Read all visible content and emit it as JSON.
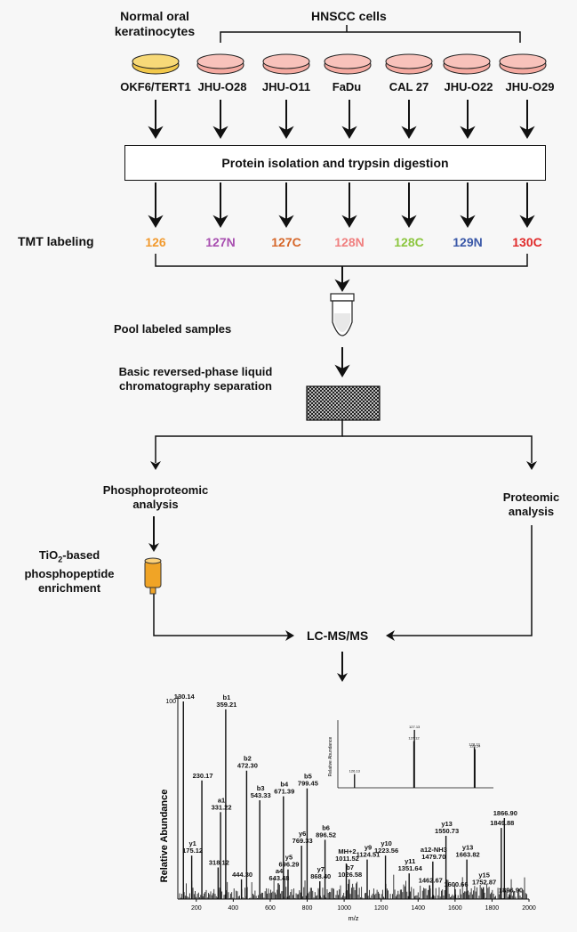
{
  "header": {
    "normal_label": "Normal oral keratinocytes",
    "normal_line1": "Normal oral",
    "normal_line2": "keratinocytes",
    "hnscc_label": "HNSCC cells"
  },
  "cell_lines": [
    "OKF6/TERT1",
    "JHU-O28",
    "JHU-O11",
    "FaDu",
    "CAL 27",
    "JHU-O22",
    "JHU-O29"
  ],
  "dish_colors": {
    "normal": "#f2c84b",
    "cancer": "#f4a9a0"
  },
  "process_box": "Protein isolation and trypsin digestion",
  "tmt": {
    "label": "TMT labeling",
    "tags": [
      {
        "text": "126",
        "color": "#f29a2e"
      },
      {
        "text": "127N",
        "color": "#a84fb0"
      },
      {
        "text": "127C",
        "color": "#d6672a"
      },
      {
        "text": "128N",
        "color": "#f08080"
      },
      {
        "text": "128C",
        "color": "#8cc63f"
      },
      {
        "text": "129N",
        "color": "#3a58a8"
      },
      {
        "text": "130C",
        "color": "#e02a2a"
      }
    ]
  },
  "steps": {
    "pool": "Pool labeled samples",
    "bprp_line1": "Basic reversed-phase liquid",
    "bprp_line2": "chromatography separation",
    "phospho_line1": "Phosphoproteomic",
    "phospho_line2": "analysis",
    "prot_line1": "Proteomic",
    "prot_line2": "analysis",
    "tio2_line1a": "TiO",
    "tio2_sub": "2",
    "tio2_line1b": "-based",
    "tio2_line2": "phosphopeptide",
    "tio2_line3": "enrichment",
    "lcms": "LC-MS/MS"
  },
  "chart_data": {
    "type": "spectrum",
    "xlabel": "m/z",
    "ylabel": "Relative Abundance",
    "xlim": [
      100,
      2000
    ],
    "xticks": [
      "200",
      "400",
      "600",
      "800",
      "1000",
      "1200",
      "1400",
      "1600",
      "1800",
      "2000"
    ],
    "ytick_top": "100",
    "peaks": [
      {
        "x": 130.14,
        "y": 100,
        "label": "130.14"
      },
      {
        "x": 175.12,
        "y": 22,
        "label": "y1 175.12"
      },
      {
        "x": 230.17,
        "y": 60,
        "label": "230.17"
      },
      {
        "x": 318.12,
        "y": 16,
        "label": "318.12"
      },
      {
        "x": 331.22,
        "y": 44,
        "label": "a1 331.22"
      },
      {
        "x": 359.21,
        "y": 96,
        "label": "b1 359.21"
      },
      {
        "x": 444.3,
        "y": 10,
        "label": "444.30"
      },
      {
        "x": 472.3,
        "y": 65,
        "label": "b2 472.30"
      },
      {
        "x": 543.33,
        "y": 50,
        "label": "b3 543.33"
      },
      {
        "x": 643.48,
        "y": 8,
        "label": "a4 643.48"
      },
      {
        "x": 671.39,
        "y": 52,
        "label": "b4 671.39"
      },
      {
        "x": 696.29,
        "y": 15,
        "label": "y5 696.29"
      },
      {
        "x": 769.33,
        "y": 27,
        "label": "y6 769.33"
      },
      {
        "x": 799.45,
        "y": 56,
        "label": "b5 799.45"
      },
      {
        "x": 868.4,
        "y": 9,
        "label": "y7 868.40"
      },
      {
        "x": 896.52,
        "y": 30,
        "label": "b6 896.52"
      },
      {
        "x": 1011.52,
        "y": 18,
        "label": "MH+2 1011.52"
      },
      {
        "x": 1026.58,
        "y": 10,
        "label": "b7 1026.58"
      },
      {
        "x": 1124.51,
        "y": 20,
        "label": "y9 1124.51"
      },
      {
        "x": 1223.56,
        "y": 22,
        "label": "y10 1223.56"
      },
      {
        "x": 1351.64,
        "y": 13,
        "label": "y11 1351.64"
      },
      {
        "x": 1462.67,
        "y": 7,
        "label": "1462.67"
      },
      {
        "x": 1479.7,
        "y": 19,
        "label": "a12-NH3 1479.70"
      },
      {
        "x": 1550.73,
        "y": 32,
        "label": "y13 1550.73"
      },
      {
        "x": 1600.66,
        "y": 5,
        "label": "1600.66"
      },
      {
        "x": 1663.82,
        "y": 20,
        "label": "y13 1663.82"
      },
      {
        "x": 1752.87,
        "y": 6,
        "label": "y15 1752.87"
      },
      {
        "x": 1849.88,
        "y": 36,
        "label": "1849.88"
      },
      {
        "x": 1866.9,
        "y": 41,
        "label": "1866.90"
      },
      {
        "x": 1896.9,
        "y": 2,
        "label": "1896.90"
      }
    ],
    "inset": {
      "ylabel": "Relative Abundance",
      "peaks": [
        {
          "x": 126.13,
          "y": 22,
          "label": "126.13"
        },
        {
          "x": 127.12,
          "y": 75,
          "label": "127.12"
        },
        {
          "x": 127.13,
          "y": 93,
          "label": "127.13"
        },
        {
          "x": 128.13,
          "y": 65,
          "label": "128.13"
        },
        {
          "x": 128.14,
          "y": 62,
          "label": "128.14"
        }
      ],
      "xlim": [
        126.0,
        128.3
      ]
    }
  }
}
